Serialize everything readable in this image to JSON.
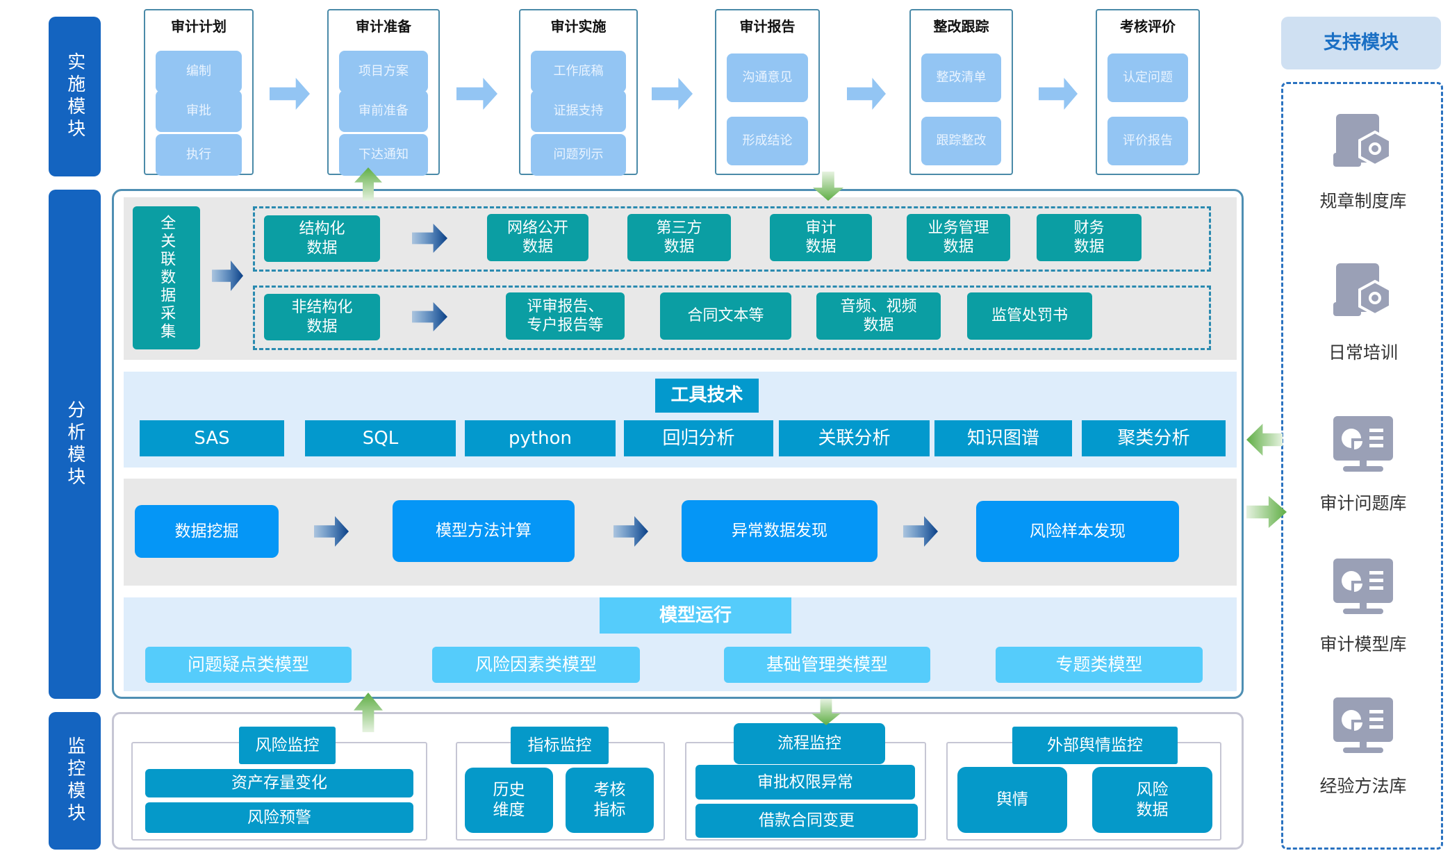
{
  "modules": {
    "implementation": "实施模块",
    "analysis": "分析模块",
    "monitoring": "监控模块",
    "support": "支持模块"
  },
  "stages": [
    {
      "title": "审计计划",
      "items": [
        "编制",
        "审批",
        "执行"
      ]
    },
    {
      "title": "审计准备",
      "items": [
        "项目方案",
        "审前准备",
        "下达通知"
      ]
    },
    {
      "title": "审计实施",
      "items": [
        "工作底稿",
        "证据支持",
        "问题列示"
      ]
    },
    {
      "title": "审计报告",
      "items": [
        "沟通意见",
        "形成结论"
      ]
    },
    {
      "title": "整改跟踪",
      "items": [
        "整改清单",
        "跟踪整改"
      ]
    },
    {
      "title": "考核评价",
      "items": [
        "认定问题",
        "评价报告"
      ]
    }
  ],
  "collection": {
    "title": "全关联数据采集",
    "structured": {
      "label": "结构化\n数据",
      "items": [
        "网络公开\n数据",
        "第三方\n数据",
        "审计\n数据",
        "业务管理\n数据",
        "财务\n数据"
      ]
    },
    "unstructured": {
      "label": "非结构化\n数据",
      "items": [
        "评审报告、\n专户报告等",
        "合同文本等",
        "音频、视频\n数据",
        "监管处罚书"
      ]
    }
  },
  "tools": {
    "title": "工具技术",
    "items": [
      "SAS",
      "SQL",
      "python",
      "回归分析",
      "关联分析",
      "知识图谱",
      "聚类分析"
    ]
  },
  "pipeline": [
    "数据挖掘",
    "模型方法计算",
    "异常数据发现",
    "风险样本发现"
  ],
  "models": {
    "title": "模型运行",
    "items": [
      "问题疑点类模型",
      "风险因素类模型",
      "基础管理类模型",
      "专题类模型"
    ]
  },
  "monitor": [
    {
      "title": "风险监控",
      "items": [
        "资产存量变化",
        "风险预警"
      ]
    },
    {
      "title": "指标监控",
      "items": [
        "历史\n维度",
        "考核\n指标"
      ]
    },
    {
      "title": "流程监控",
      "items": [
        "审批权限异常",
        "借款合同变更"
      ]
    },
    {
      "title": "外部舆情监控",
      "items": [
        "舆情",
        "风险\n数据"
      ]
    }
  ],
  "support_items": [
    {
      "label": "规章制度库",
      "icon": "document-gear-icon"
    },
    {
      "label": "日常培训",
      "icon": "document-gear-icon"
    },
    {
      "label": "审计问题库",
      "icon": "monitor-chart-icon"
    },
    {
      "label": "审计模型库",
      "icon": "monitor-chart-icon"
    },
    {
      "label": "经验方法库",
      "icon": "monitor-chart-icon"
    }
  ],
  "colors": {
    "module": "#1464c0",
    "teal": "#0b9ea3",
    "tool": "#0399cd",
    "pipeline": "#0596f6",
    "model": "#55ccfb",
    "monitor": "#0599c9",
    "stage_item": "#93c5f3",
    "icon": "#9aa0b6",
    "support_title": "#1a6fc4"
  }
}
